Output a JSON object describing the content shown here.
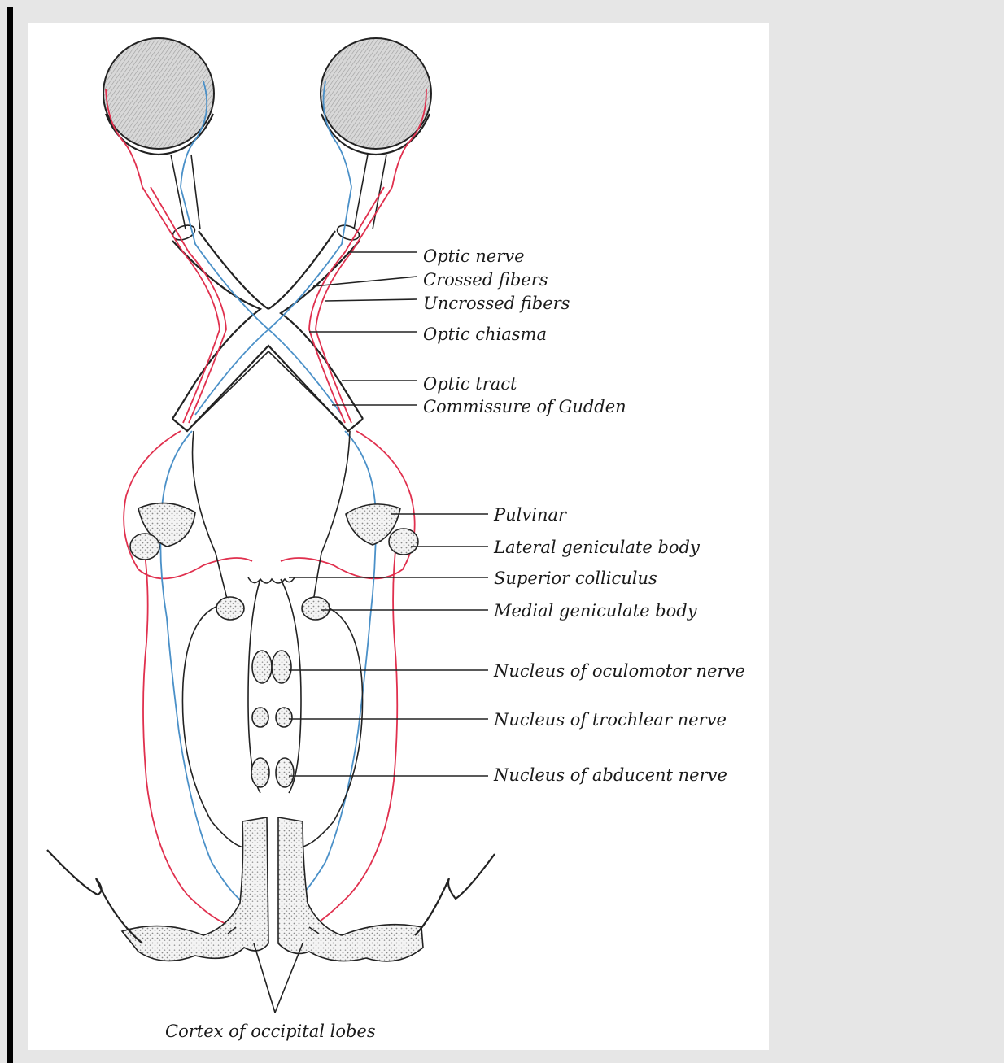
{
  "labels": {
    "optic_nerve": "Optic nerve",
    "crossed_fibers": "Crossed fibers",
    "uncrossed_fibers": "Uncrossed fibers",
    "optic_chiasma": "Optic chiasma",
    "optic_tract": "Optic tract",
    "commissure_of_gudden": "Commissure of Gudden",
    "pulvinar": "Pulvinar",
    "lateral_geniculate_body": "Lateral geniculate body",
    "superior_colliculus": "Superior colliculus",
    "medial_geniculate_body": "Medial geniculate body",
    "nucleus_oculomotor": "Nucleus of oculomotor nerve",
    "nucleus_trochlear": "Nucleus of trochlear nerve",
    "nucleus_abducent": "Nucleus of abducent nerve",
    "cortex_occipital": "Cortex of occipital lobes"
  },
  "colors": {
    "background": "#e6e6e6",
    "plate": "#ffffff",
    "crossed_fiber": "#4a90c8",
    "uncrossed_fiber": "#e0304e",
    "outline": "#222222"
  }
}
